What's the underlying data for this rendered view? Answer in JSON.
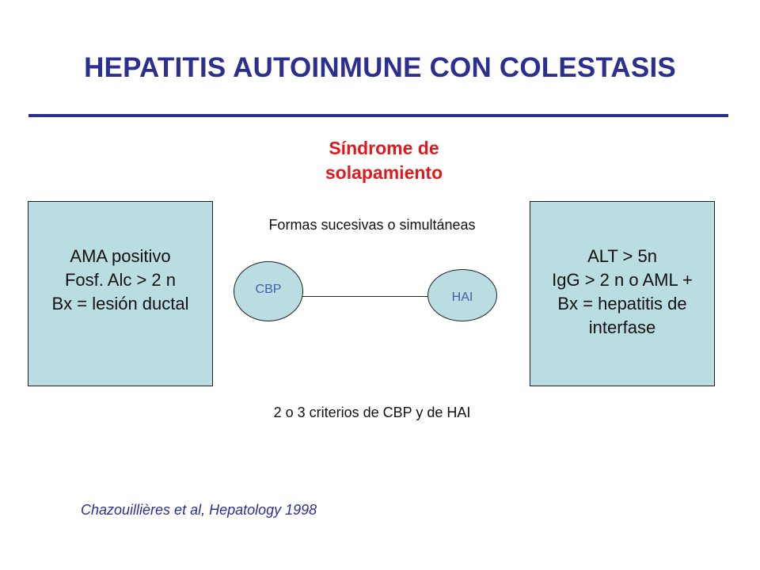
{
  "title": "HEPATITIS AUTOINMUNE CON COLESTASIS",
  "subtitle": {
    "line1": "Síndrome de",
    "line2": "solapamiento"
  },
  "left_box": {
    "lines": [
      "AMA positivo",
      "Fosf. Alc > 2 n",
      "Bx = lesión ductal"
    ]
  },
  "right_box": {
    "lines": [
      "ALT > 5n",
      "IgG > 2 n o AML +",
      "Bx = hepatitis de",
      "interfase"
    ]
  },
  "caption_top": "Formas sucesivas o simultáneas",
  "caption_bottom": "2 o 3 criterios de CBP y de HAI",
  "nodes": {
    "cbp": "CBP",
    "hai": "HAI"
  },
  "citation": "Chazouillières et al, Hepatology 1998",
  "colors": {
    "title": "#2b2f8f",
    "subtitle": "#e0191c",
    "box_fill": "#b9dde0",
    "node_label": "#3f5fae"
  }
}
